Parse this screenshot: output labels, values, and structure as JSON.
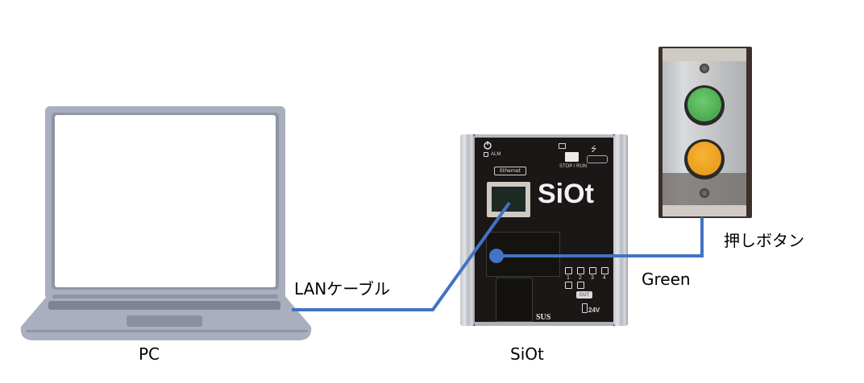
{
  "diagram": {
    "nodes": {
      "pc": {
        "label": "PC"
      },
      "siot": {
        "label": "SiOt",
        "panel": {
          "logo": "SiOt",
          "alm": "ALM",
          "ethernet": "Ethernet",
          "stop_run": "STOP / RUN",
          "di_numbers": [
            "1",
            "2",
            "3",
            "4"
          ],
          "out": "OUT",
          "voltage": "24V",
          "sus": "SUS"
        }
      },
      "push_button": {
        "label": "押しボタン"
      }
    },
    "edges": {
      "lan_cable": {
        "label": "LANケーブル",
        "from": "PC",
        "to": "SiOt"
      },
      "green_wire": {
        "label": "Green",
        "from": "SiOt",
        "to": "押しボタン"
      }
    },
    "colors": {
      "wire": "#4472c4",
      "laptop": "#a9afbe",
      "device": "#1a1716",
      "button_green": "#4fb153",
      "button_orange": "#f2a321"
    }
  }
}
